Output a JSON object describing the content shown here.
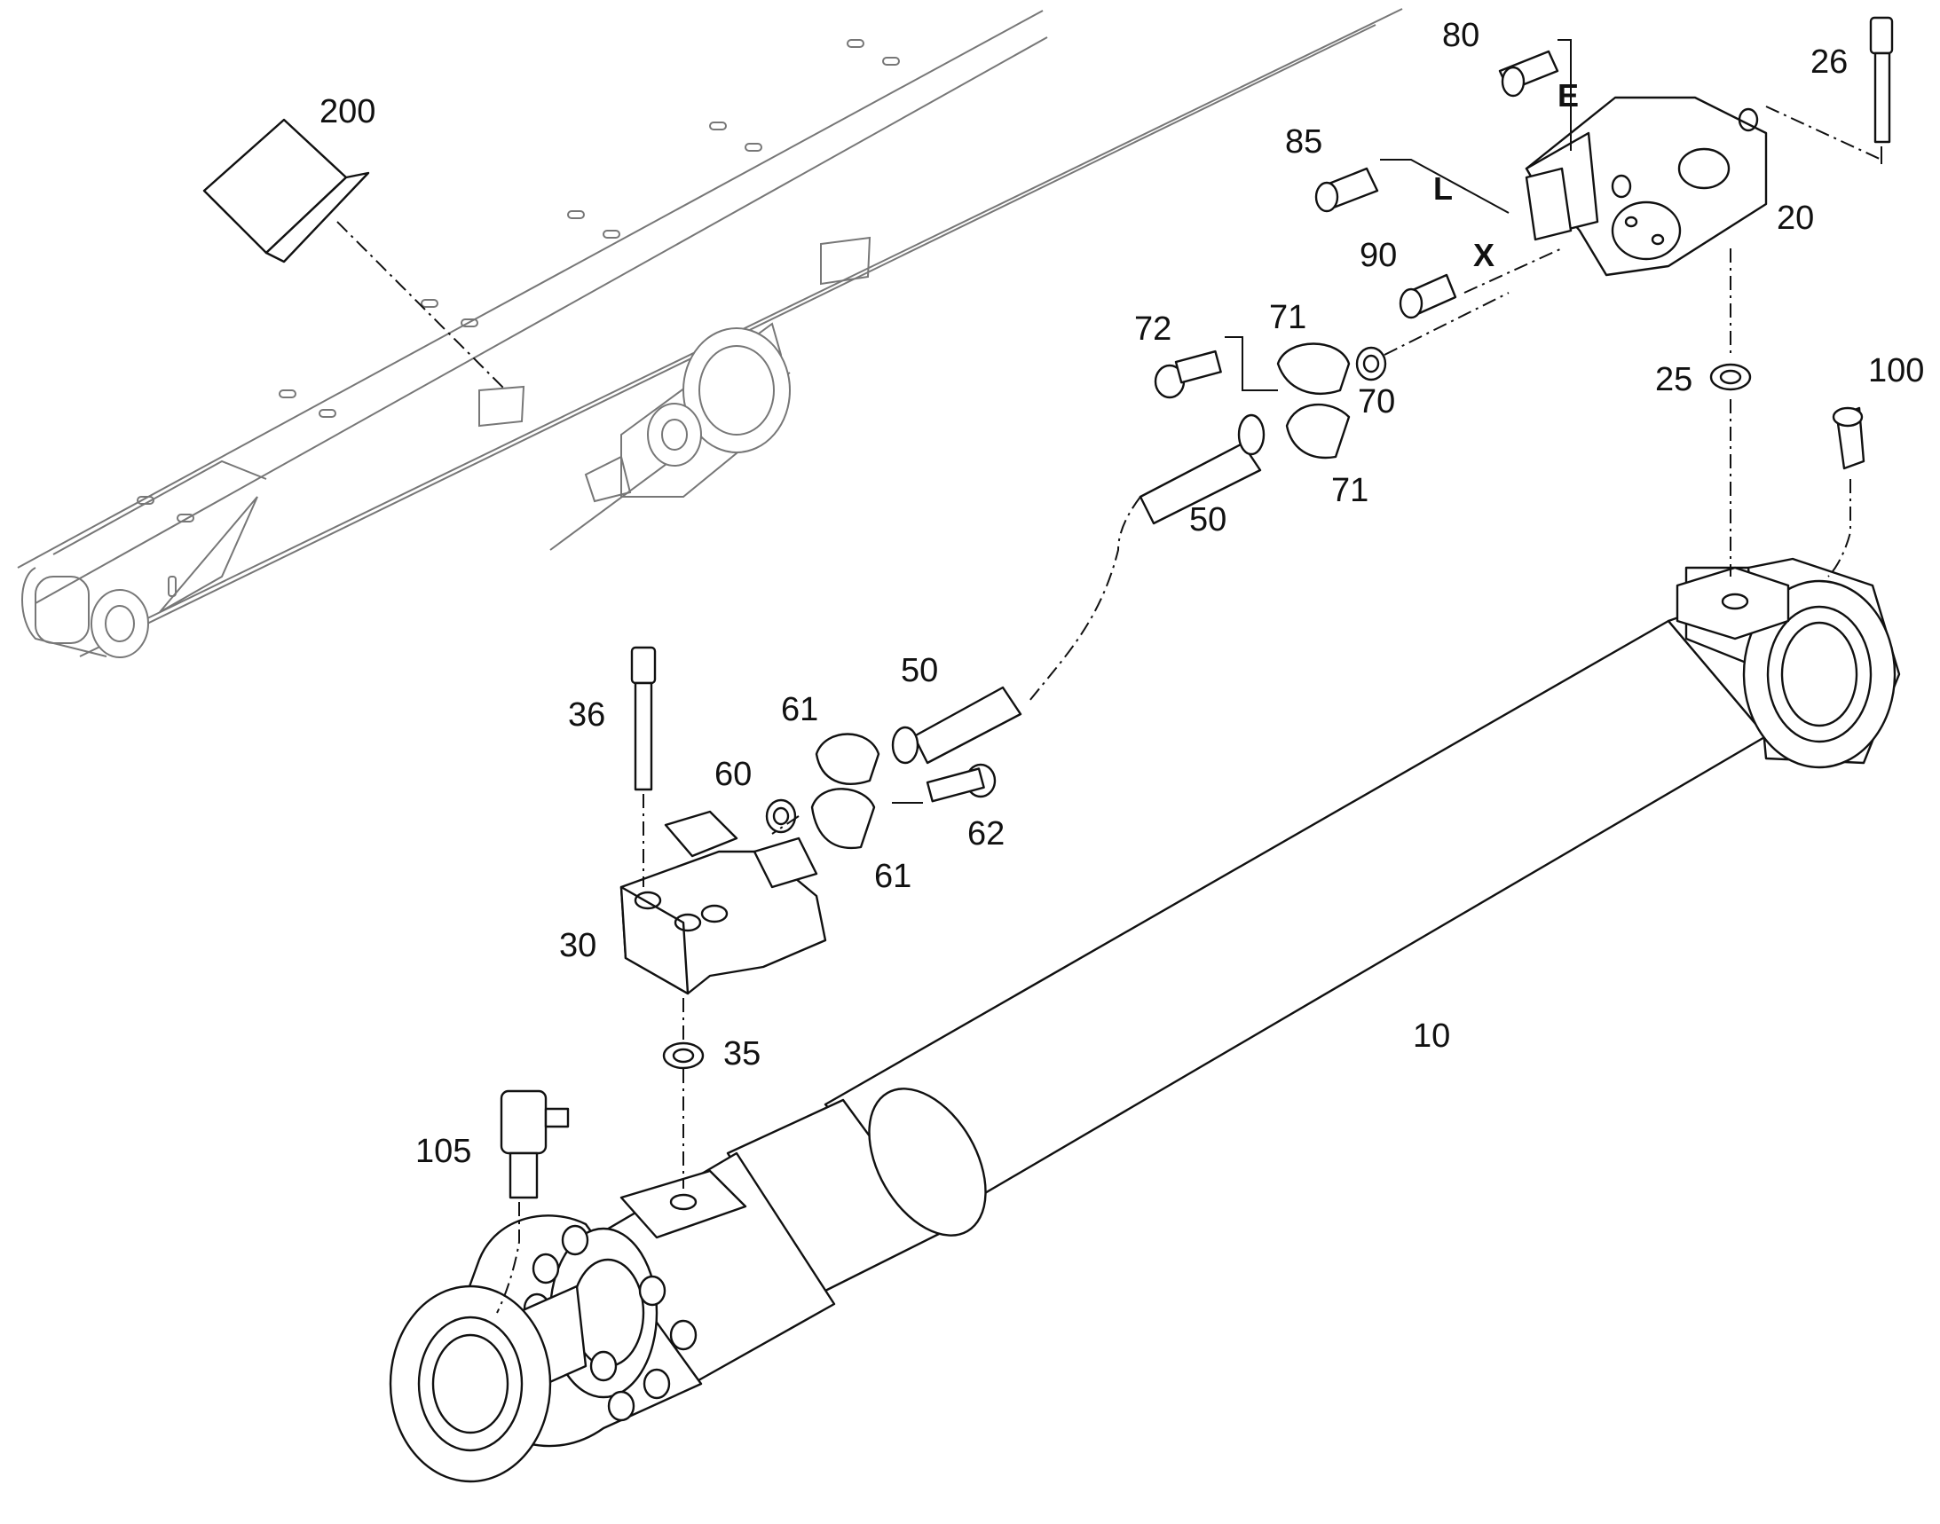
{
  "diagram": {
    "part_labels": [
      "200",
      "80",
      "26",
      "85",
      "20",
      "90",
      "72",
      "71",
      "25",
      "100",
      "70",
      "71",
      "50",
      "50",
      "36",
      "61",
      "60",
      "62",
      "61",
      "30",
      "10",
      "35",
      "105"
    ],
    "port_letters": [
      "E",
      "L",
      "X"
    ]
  }
}
